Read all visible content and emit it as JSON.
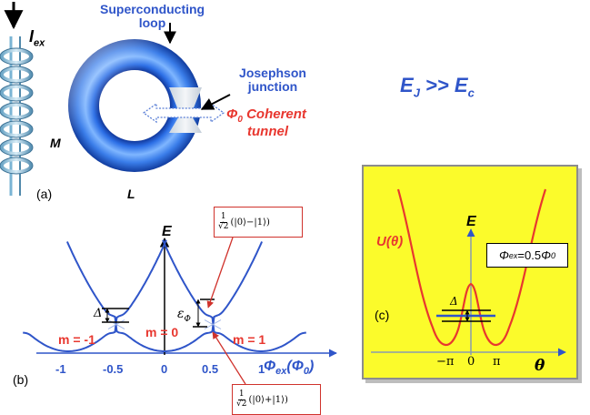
{
  "panel_a": {
    "label": "(a)",
    "current": "I",
    "current_sub": "ex",
    "mutual": "M",
    "inductance": "L",
    "loop_line1": "Superconducting",
    "loop_line2": "loop",
    "junction_line1": "Josephson",
    "junction_line2": "junction",
    "tunnel_symbol": "Φ",
    "tunnel_sub": "0",
    "tunnel_word": "Coherent",
    "tunnel_line2": "tunnel"
  },
  "regime": {
    "left": "E",
    "left_sub": "J",
    "relation": ">>",
    "right": "E",
    "right_sub": "c"
  },
  "panel_b": {
    "label": "(b)",
    "y_axis": "E",
    "x_axis": "Φ",
    "x_axis_sub": "ex",
    "x_axis_paren": "(Φ",
    "x_axis_paren_sub": "0",
    "x_axis_close": ")",
    "ticks": [
      "-1",
      "-0.5",
      "0",
      "0.5",
      "1"
    ],
    "gap_symbol": "Δ",
    "energy_symbol": "ε",
    "energy_sub": "Φ",
    "branches": [
      {
        "label": "m = -1"
      },
      {
        "label": "m = 0"
      },
      {
        "label": "m = 1"
      }
    ],
    "state_upper": {
      "num": "1",
      "den": "√2",
      "ket": "(|0⟩−|1⟩)"
    },
    "state_lower": {
      "num": "1",
      "den": "√2",
      "ket": "(|0⟩+|1⟩)"
    }
  },
  "panel_c": {
    "label": "(c)",
    "potential": "U(θ)",
    "y_axis": "E",
    "x_axis": "θ",
    "ticks": [
      "−π",
      "0",
      "π"
    ],
    "gap_symbol": "Δ",
    "flux_condition": {
      "phi": "Φ",
      "phi_sub": "ex",
      "eq": "=0.5",
      "phi0": "Φ",
      "phi0_sub": "0"
    }
  },
  "colors": {
    "blue": "#2f55c9",
    "red": "#e8372f",
    "panel_c_bg": "#fbfb2b"
  },
  "chart_data": {
    "type": "line",
    "x_ticks": [
      -1,
      -0.5,
      0,
      0.5,
      1
    ],
    "series": [
      {
        "name": "m = -1",
        "center": -1
      },
      {
        "name": "m = 0",
        "center": 0
      },
      {
        "name": "m = 1",
        "center": 1
      }
    ],
    "xlabel": "Φex(Φ0)",
    "ylabel": "E"
  }
}
